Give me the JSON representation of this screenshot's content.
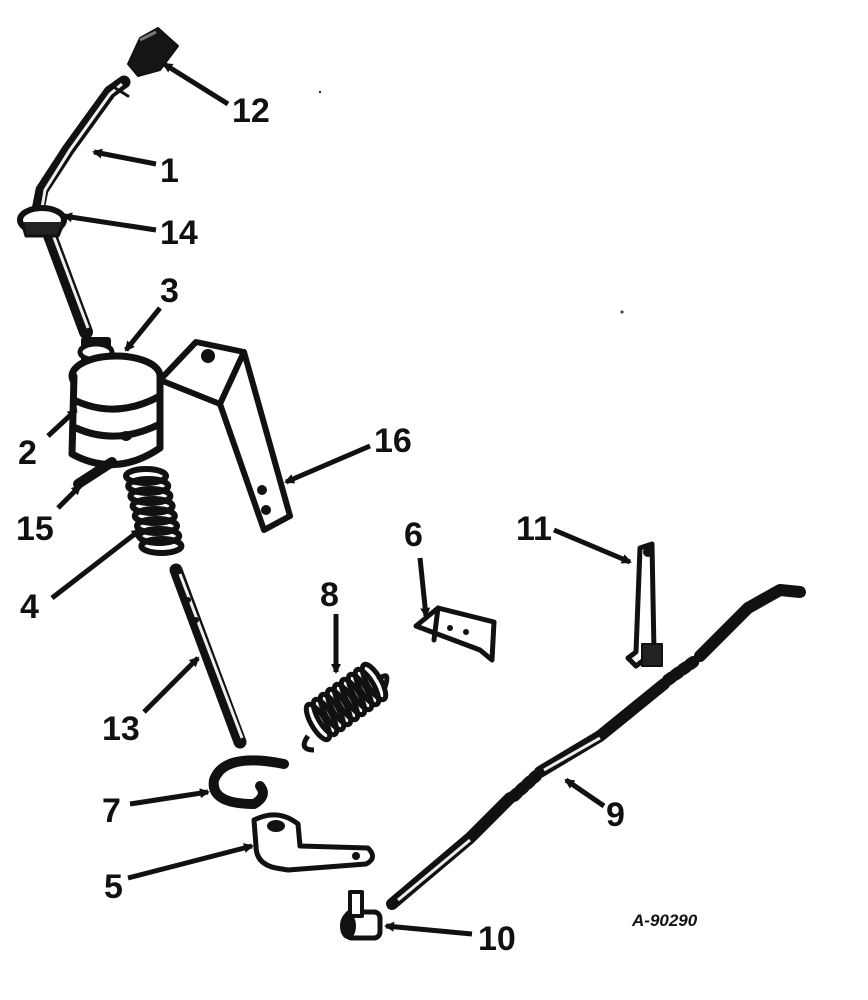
{
  "figure_reference": "A-90290",
  "callouts": [
    {
      "id": "12",
      "label": "12"
    },
    {
      "id": "1",
      "label": "1"
    },
    {
      "id": "14",
      "label": "14"
    },
    {
      "id": "3",
      "label": "3"
    },
    {
      "id": "2",
      "label": "2"
    },
    {
      "id": "16",
      "label": "16"
    },
    {
      "id": "15",
      "label": "15"
    },
    {
      "id": "4",
      "label": "4"
    },
    {
      "id": "6",
      "label": "6"
    },
    {
      "id": "11",
      "label": "11"
    },
    {
      "id": "8",
      "label": "8"
    },
    {
      "id": "13",
      "label": "13"
    },
    {
      "id": "7",
      "label": "7"
    },
    {
      "id": "9",
      "label": "9"
    },
    {
      "id": "5",
      "label": "5"
    },
    {
      "id": "10",
      "label": "10"
    }
  ]
}
